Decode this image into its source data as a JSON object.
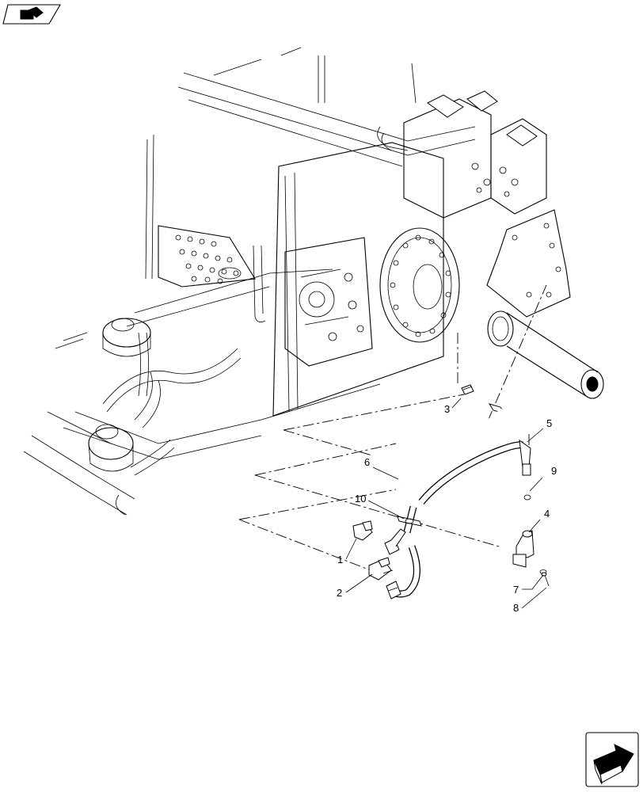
{
  "callouts": {
    "c1": "1",
    "c2": "2",
    "c3": "3",
    "c4": "4",
    "c5": "5",
    "c6": "6",
    "c7": "7",
    "c8": "8",
    "c9": "9",
    "c10": "10"
  },
  "icons": {
    "top_left": "book-with-arrow-icon",
    "bottom_right": "next-page-arrow-icon"
  }
}
